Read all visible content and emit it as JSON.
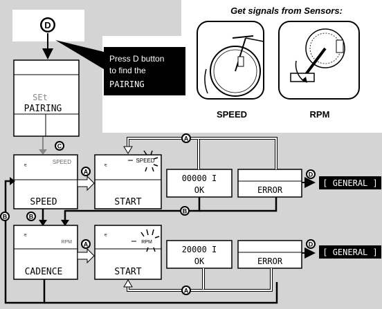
{
  "header": {
    "title": "Get signals from Sensors:"
  },
  "d_button": {
    "letter": "D"
  },
  "callout": {
    "line1": "Press D button",
    "line2": "to find the",
    "line3": "PAIRING"
  },
  "pairing": {
    "top_text": "SEt",
    "bottom_text": "PAIRING"
  },
  "sensors": {
    "speed_label": "SPEED",
    "rpm_label": "RPM"
  },
  "screen_icon": "⚟",
  "labels": {
    "a": "A",
    "b": "B",
    "c": "C",
    "d": "D"
  },
  "row_speed": {
    "screen_top": "SPEED",
    "screen_bottom": "SPEED",
    "start_top": "SPEED",
    "start_bottom": "START",
    "ok_value": "00000 I",
    "ok_label": "OK",
    "error_label": "ERROR"
  },
  "row_rpm": {
    "screen_top": "RPM",
    "screen_bottom": "CADENCE",
    "start_top": "RPM",
    "start_bottom": "START",
    "ok_value": "20000 I",
    "ok_label": "OK",
    "error_label": "ERROR"
  },
  "general_label": "[ GENERAL ]"
}
